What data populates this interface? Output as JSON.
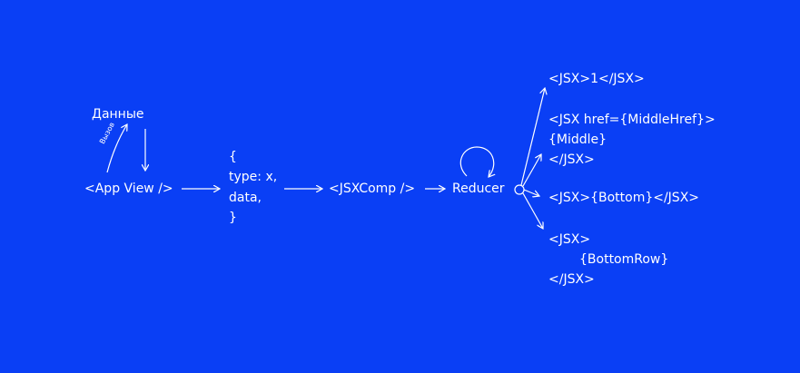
{
  "colors": {
    "background": "#0a3ff5",
    "foreground": "#ffffff"
  },
  "nodes": {
    "data": "Данные",
    "call": "Вызов",
    "app_view": "<App View />",
    "object": {
      "open": "{",
      "type_line": "type: x,",
      "data_line": "data,",
      "close": "}"
    },
    "jsx_comp": "<JSXComp />",
    "reducer": "Reducer"
  },
  "outputs": {
    "first": "<JSX>1</JSX>",
    "middle_open": "<JSX href={MiddleHref}>",
    "middle_body": "{Middle}",
    "middle_close": "</JSX>",
    "bottom": "<JSX>{Bottom}</JSX>",
    "bottom_row_open": "<JSX>",
    "bottom_row_body": "{BottomRow}",
    "bottom_row_close": "</JSX>"
  }
}
